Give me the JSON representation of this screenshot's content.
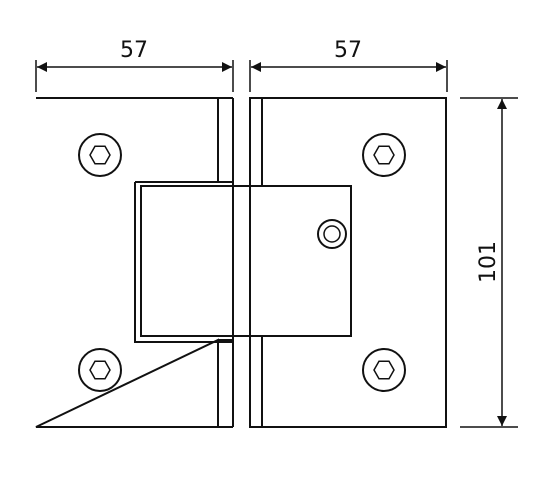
{
  "dimensions": {
    "left_width": "57",
    "right_width": "57",
    "height": "101"
  },
  "colors": {
    "stroke": "#111111",
    "background": "#ffffff"
  },
  "icons": [
    "hex-socket-screw-icon",
    "round-pivot-screw-icon"
  ]
}
